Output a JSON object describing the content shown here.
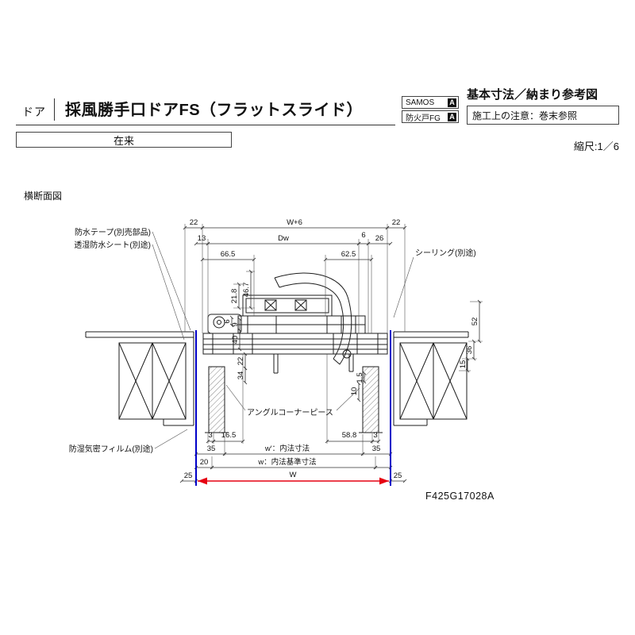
{
  "header": {
    "category": "ドア",
    "title": "採風勝手口ドアFS（フラットスライド）",
    "badges": [
      {
        "label": "SAMOS",
        "mark": "A"
      },
      {
        "label": "防火戸FG",
        "mark": "A"
      }
    ],
    "doc_title": "基本寸法／納まり参考図",
    "note": "施工上の注意：巻末参照",
    "scale": "縮尺:1／6",
    "construction": "在来"
  },
  "drawing": {
    "view_label": "横断面図",
    "code": "F425G17028A",
    "annotations": {
      "waterproof_tape": "防水テープ(別売部品)",
      "breathable_sheet": "透湿防水シート(別途)",
      "sealing": "シーリング(別途)",
      "angle_corner": "アングルコーナーピース",
      "moisture_film": "防湿気密フィルム(別途)"
    },
    "dims": {
      "top_left": "22",
      "top_center": "W+6",
      "top_right": "22",
      "r2_13": "13",
      "r2_dw": "Dw",
      "r2_6": "6",
      "r2_26": "26",
      "r3_66_5": "66.5",
      "r3_62_5": "62.5",
      "v_46_7": "46.7",
      "v_21_8": "21.8",
      "v_6": "6",
      "v_9": "9",
      "v_40": "40",
      "v_22": "22",
      "v_34": "34",
      "v_1_5": "1.5",
      "v_10": "10",
      "v_52": "52",
      "v_36": "36",
      "v_15": "15",
      "b_3l": "3",
      "b_16_5": "16.5",
      "b_58_8": "58.8",
      "b_3r": "3",
      "b_35l": "35",
      "b_w_inner": "w′：内法寸法",
      "b_35r": "35",
      "b_20": "20",
      "b_w_base": "w：内法基準寸法",
      "b_25l": "25",
      "b_w": "W",
      "b_25r": "25"
    },
    "colors": {
      "highlight_blue": "#0000c8",
      "width_red": "#e60012"
    }
  }
}
